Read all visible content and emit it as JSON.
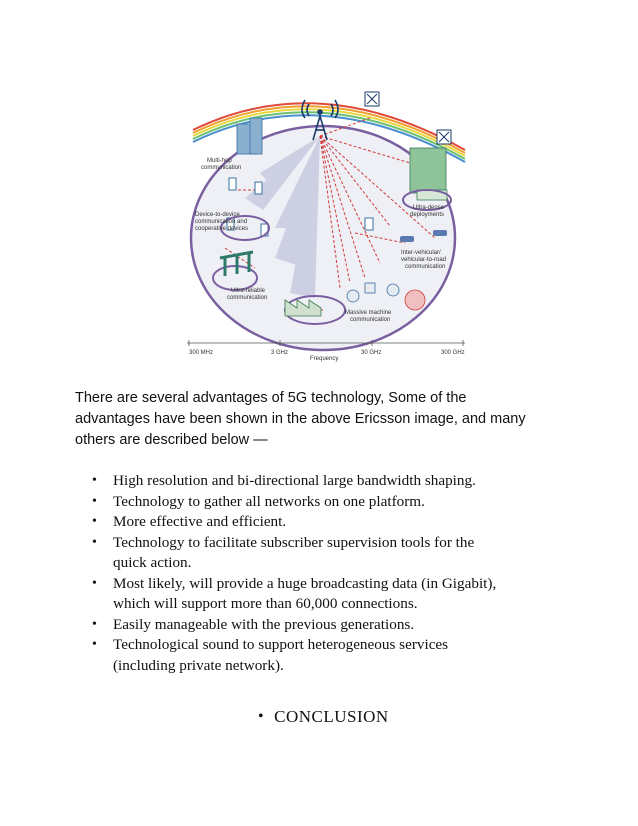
{
  "figure": {
    "labels": {
      "multihop": [
        "Multi-hop",
        "communication"
      ],
      "d2d": [
        "Device-to-device",
        "communication and",
        "cooperative devices"
      ],
      "ultra_reliable": [
        "Ultra-reliable",
        "communication"
      ],
      "massive": [
        "Massive machine",
        "communication"
      ],
      "ultra_dense": [
        "Ultra-dense",
        "deployments"
      ],
      "v2v": [
        "Inter-vehicular/",
        "vehicular-to-road",
        "communication"
      ]
    },
    "axis": {
      "ticks": [
        "300 MHz",
        "3 GHz",
        "30 GHz",
        "300 GHz"
      ],
      "title": "Frequency"
    }
  },
  "intro": {
    "line1": "There are several advantages of 5G technology, Some of the",
    "line2": "advantages have been shown in the above Ericsson image, and many",
    "line3": "others are described below —"
  },
  "bullets": [
    {
      "line1": "High resolution and bi-directional large bandwidth shaping.",
      "line2": ""
    },
    {
      "line1": "Technology to gather all networks on one platform.",
      "line2": ""
    },
    {
      "line1": "More effective and efficient.",
      "line2": ""
    },
    {
      "line1": "Technology to facilitate subscriber supervision tools for the",
      "line2": "quick action."
    },
    {
      "line1": "Most likely, will provide a huge broadcasting data (in Gigabit),",
      "line2": "which will support more than 60,000 connections."
    },
    {
      "line1": "Easily manageable with the previous generations.",
      "line2": ""
    },
    {
      "line1": "Technological sound to support heterogeneous services",
      "line2": "(including private network)."
    }
  ],
  "bullet_glyph": "•",
  "heading": {
    "text": "CONCLUSION"
  },
  "colors": {
    "rainbow": [
      "#e04a3a",
      "#f0a030",
      "#e8d840",
      "#6cc070",
      "#4a90d0"
    ],
    "ellipse_stroke": "#7a5fa0",
    "ellipse_fill": "#eef0f6",
    "beam": "#c9cde0",
    "link": "#d23b3b",
    "icon": "#3a6fa0"
  }
}
